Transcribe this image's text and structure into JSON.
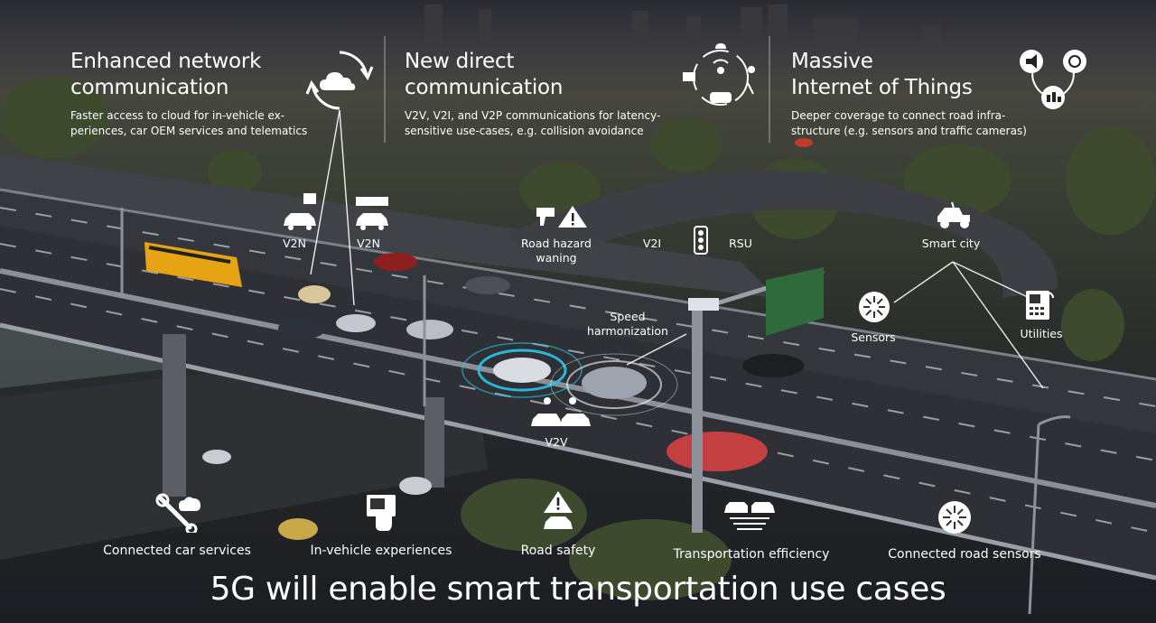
{
  "headline": "5G will enable smart transportation use cases",
  "sections": [
    {
      "title_l1": "Enhanced network",
      "title_l2": "communication",
      "desc_l1": "Faster access to cloud for in-vehicle ex-",
      "desc_l2": "periences, car OEM services and telematics"
    },
    {
      "title_l1": "New direct",
      "title_l2": "communication",
      "desc_l1": "V2V, V2I, and V2P communications for latency-",
      "desc_l2": "sensitive use-cases, e.g. collision avoidance"
    },
    {
      "title_l1": "Massive",
      "title_l2": "Internet of Things",
      "desc_l1": "Deeper coverage to connect road infra-",
      "desc_l2": "structure (e.g. sensors and traffic cameras)"
    }
  ],
  "scene_labels": {
    "v2n_1": "V2N",
    "v2n_2": "V2N",
    "road_hazard_l1": "Road hazard",
    "road_hazard_l2": "waning",
    "v2i": "V2I",
    "rsu": "RSU",
    "speed_l1": "Speed",
    "speed_l2": "harmonization",
    "v2v": "V2V",
    "smart_city": "Smart city",
    "sensors": "Sensors",
    "utilities": "Utilities"
  },
  "categories": [
    {
      "label": "Connected car services",
      "icon": "wrench-cloud-icon"
    },
    {
      "label": "In-vehicle experiences",
      "icon": "touch-screen-icon"
    },
    {
      "label": "Road safety",
      "icon": "warning-car-icon"
    },
    {
      "label": "Transportation efficiency",
      "icon": "cars-road-icon"
    },
    {
      "label": "Connected road sensors",
      "icon": "sensor-icon"
    }
  ],
  "colors": {
    "accent_ring": "#28c6e8",
    "text": "#ffffff"
  }
}
